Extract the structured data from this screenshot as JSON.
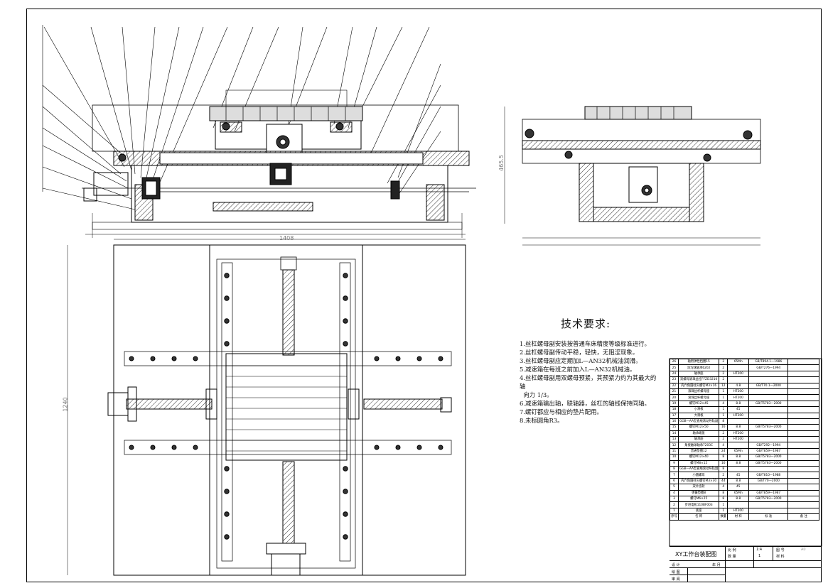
{
  "drawing_title": "XY工作台装配图",
  "tech_requirements": {
    "heading": "技术要求:",
    "items": [
      "1.丝杠螺母副安装按普通车床精度等级标准进行。",
      "2.丝杠螺母副传动平稳，轻快，无阻涩现象。",
      "3.丝杠螺母副应定期加L—AN32机械油润滑。",
      "5.减速箱在每班之前加入L—AN32机械油。",
      "4.丝杠螺母副用双螺母预紧，其预紧力约为其最大的轴\n  向力 1/3。",
      "6.减速箱输出轴，联轴器，丝杠的轴线保持同轴。",
      "7.螺钉都应与相应的垫片配用。",
      "8.未标圆角R3。"
    ]
  },
  "dimensions": {
    "width_plan": "1408",
    "height_plan": "1240",
    "side_height": "465.5"
  },
  "bom": {
    "rows": [
      {
        "no": "26",
        "name": "轴用弹性挡圈15",
        "qty": "2",
        "mat": "65Mn",
        "std": "GB/T894.1—1986"
      },
      {
        "no": "25",
        "name": "深沟球轴承6202",
        "qty": "2",
        "mat": "",
        "std": "GB/T276—1994"
      },
      {
        "no": "24",
        "name": "轴承座",
        "qty": "2",
        "mat": "HT200",
        "std": ""
      },
      {
        "no": "23",
        "name": "双螺母滚珠丝杠FFZD3210",
        "qty": "2",
        "mat": "",
        "std": ""
      },
      {
        "no": "22",
        "name": "内六角圆柱头螺钉M3×16",
        "qty": "12",
        "mat": "4.8",
        "std": "GB/T70.1—2000"
      },
      {
        "no": "21",
        "name": "滚珠丝杆螺母座",
        "qty": "1",
        "mat": "HT200",
        "std": ""
      },
      {
        "no": "20",
        "name": "滚珠丝杆螺母座",
        "qty": "1",
        "mat": "HT200",
        "std": ""
      },
      {
        "no": "19",
        "name": "螺钉M12×45",
        "qty": "4",
        "mat": "8.8",
        "std": "GB/T5783—2000"
      },
      {
        "no": "18",
        "name": "小滑板",
        "qty": "1",
        "mat": "45",
        "std": ""
      },
      {
        "no": "17",
        "name": "大滑板",
        "qty": "1",
        "mat": "HT200",
        "std": ""
      },
      {
        "no": "16",
        "name": "GGB—AA型直线滚动导轨副",
        "qty": "8",
        "mat": "",
        "std": ""
      },
      {
        "no": "15",
        "name": "螺钉M12×50",
        "qty": "16",
        "mat": "8.8",
        "std": "GB/T5783—2000"
      },
      {
        "no": "14",
        "name": "轴承端盖",
        "qty": "2",
        "mat": "HT200",
        "std": ""
      },
      {
        "no": "13",
        "name": "轴承座",
        "qty": "2",
        "mat": "HT200",
        "std": ""
      },
      {
        "no": "12",
        "name": "角接触球轴承7203C",
        "qty": "4",
        "mat": "",
        "std": "GB/T292—1994"
      },
      {
        "no": "11",
        "name": "普通垫圈12",
        "qty": "24",
        "mat": "65Mn",
        "std": "GB/T859—1987"
      },
      {
        "no": "10",
        "name": "螺钉M12×40",
        "qty": "8",
        "mat": "8.8",
        "std": "GB/T5783—2000"
      },
      {
        "no": "9",
        "name": "螺钉M8×15",
        "qty": "16",
        "mat": "8.8",
        "std": "GB/T5783—2000"
      },
      {
        "no": "8",
        "name": "GGB—AA型直线滚动导轨副",
        "qty": "8",
        "mat": "",
        "std": ""
      },
      {
        "no": "7",
        "name": "小圆螺母",
        "qty": "2",
        "mat": "45",
        "std": "GB/T810—1988"
      },
      {
        "no": "6",
        "name": "内六角圆柱头螺钉M3×30",
        "qty": "44",
        "mat": "8.8",
        "std": "GB/T70—2000"
      },
      {
        "no": "5",
        "name": "双片齿轮",
        "qty": "4",
        "mat": "45",
        "std": ""
      },
      {
        "no": "4",
        "name": "弹簧垫圈8",
        "qty": "8",
        "mat": "65Mn",
        "std": "GB/T859—1987"
      },
      {
        "no": "3",
        "name": "螺钉M6×25",
        "qty": "8",
        "mat": "8.8",
        "std": "GB/T5783—2000"
      },
      {
        "no": "2",
        "name": "步进电机110BF003",
        "qty": "1",
        "mat": "",
        "std": ""
      },
      {
        "no": "1",
        "name": "底座",
        "qty": "1",
        "mat": "HT200",
        "std": ""
      }
    ],
    "header": {
      "no": "序号",
      "name": "名 称",
      "qty": "数量",
      "mat": "材 料",
      "std": "标 准",
      "note": "备 注"
    }
  },
  "title_block": {
    "scale_label": "比 例",
    "scale": "1:4",
    "drawing_no_label": "图 号",
    "drawing_no": "A0",
    "qty_label": "数 量",
    "qty": "1",
    "material_label": "材 料",
    "designer": "设 计",
    "drafter": "绘 图",
    "checker": "审 阅",
    "date_label": "年 月"
  }
}
